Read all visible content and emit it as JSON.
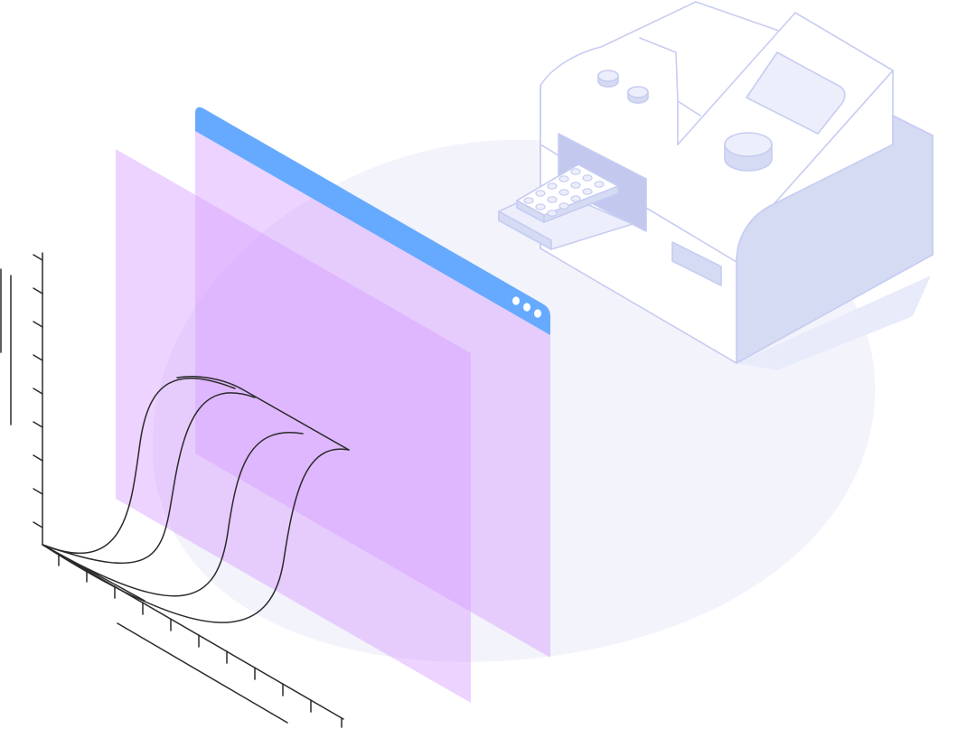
{
  "illustration": {
    "subject": "plate-reader-analysis",
    "instrument": {
      "icon": "microplate-reader-icon",
      "plate_wells": 15
    },
    "screen_panel": {
      "icon": "app-window-icon",
      "window_controls": [
        "dot",
        "dot",
        "dot"
      ]
    },
    "graph": {
      "icon": "sigmoid-curves-3d-icon",
      "curve_count": 4
    },
    "colors": {
      "instrument_stroke": "#c7ccf2",
      "instrument_fill": "#ffffff",
      "instrument_shade": "#d5dbf2",
      "blob": "#f3f3fb",
      "window_bar": "#66aaff",
      "panel_purple": "#d69dff",
      "axis_ink": "#2a2a2a"
    }
  }
}
